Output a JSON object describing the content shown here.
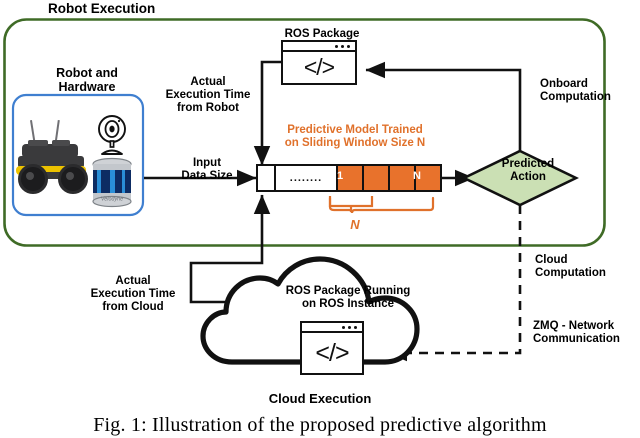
{
  "figure": {
    "caption": "Fig.  1:  Illustration  of  the  proposed  predictive  algorithm"
  },
  "colors": {
    "robot_boundary_green": "#3F6B26",
    "hardware_box_blue": "#3F7FD0",
    "sliding_window_orange": "#E8722C",
    "predicted_action_green": "#CBE0B4",
    "flow_black": "#111111"
  },
  "robot_execution": {
    "title": "Robot Execution",
    "hardware": {
      "title": "Robot and\nHardware",
      "devices": [
        "husky-robot",
        "webcam",
        "velodyne-lidar"
      ],
      "lidar_brand": "Velodyne"
    },
    "edges": {
      "actual_execution_time_from_robot": "Actual\nExecution Time\nfrom Robot",
      "input_data_size": "Input\nData Size",
      "onboard_computation": "Onboard\nComputation"
    },
    "ros_package": {
      "title": "ROS Package",
      "code_glyph": "</>",
      "titlebar_dots": 3
    },
    "predictive_model": {
      "label": "Predictive Model Trained\non Sliding Window Size N",
      "window_bracket_label": "N",
      "cells": [
        {
          "id": "buffer-head",
          "label": "",
          "filled": false
        },
        {
          "id": "buffer-ellipsis",
          "label": "........",
          "filled": false
        },
        {
          "id": "window-1",
          "label": "1",
          "filled": true
        },
        {
          "id": "window-2",
          "label": "",
          "filled": true
        },
        {
          "id": "window-3",
          "label": "",
          "filled": true
        },
        {
          "id": "window-N",
          "label": "N",
          "filled": true
        }
      ]
    },
    "decision": {
      "label": "Predicted\nAction",
      "shape": "diamond"
    }
  },
  "cloud_execution": {
    "title": "Cloud Execution",
    "ros_package": {
      "title": "ROS Package Running\non ROS Instance",
      "code_glyph": "</>",
      "titlebar_dots": 3
    },
    "edges": {
      "actual_execution_time_from_cloud": "Actual\nExecution Time\nfrom Cloud",
      "cloud_computation": "Cloud\nComputation",
      "zmq_network_communication": "ZMQ - Network\nCommunication"
    }
  }
}
